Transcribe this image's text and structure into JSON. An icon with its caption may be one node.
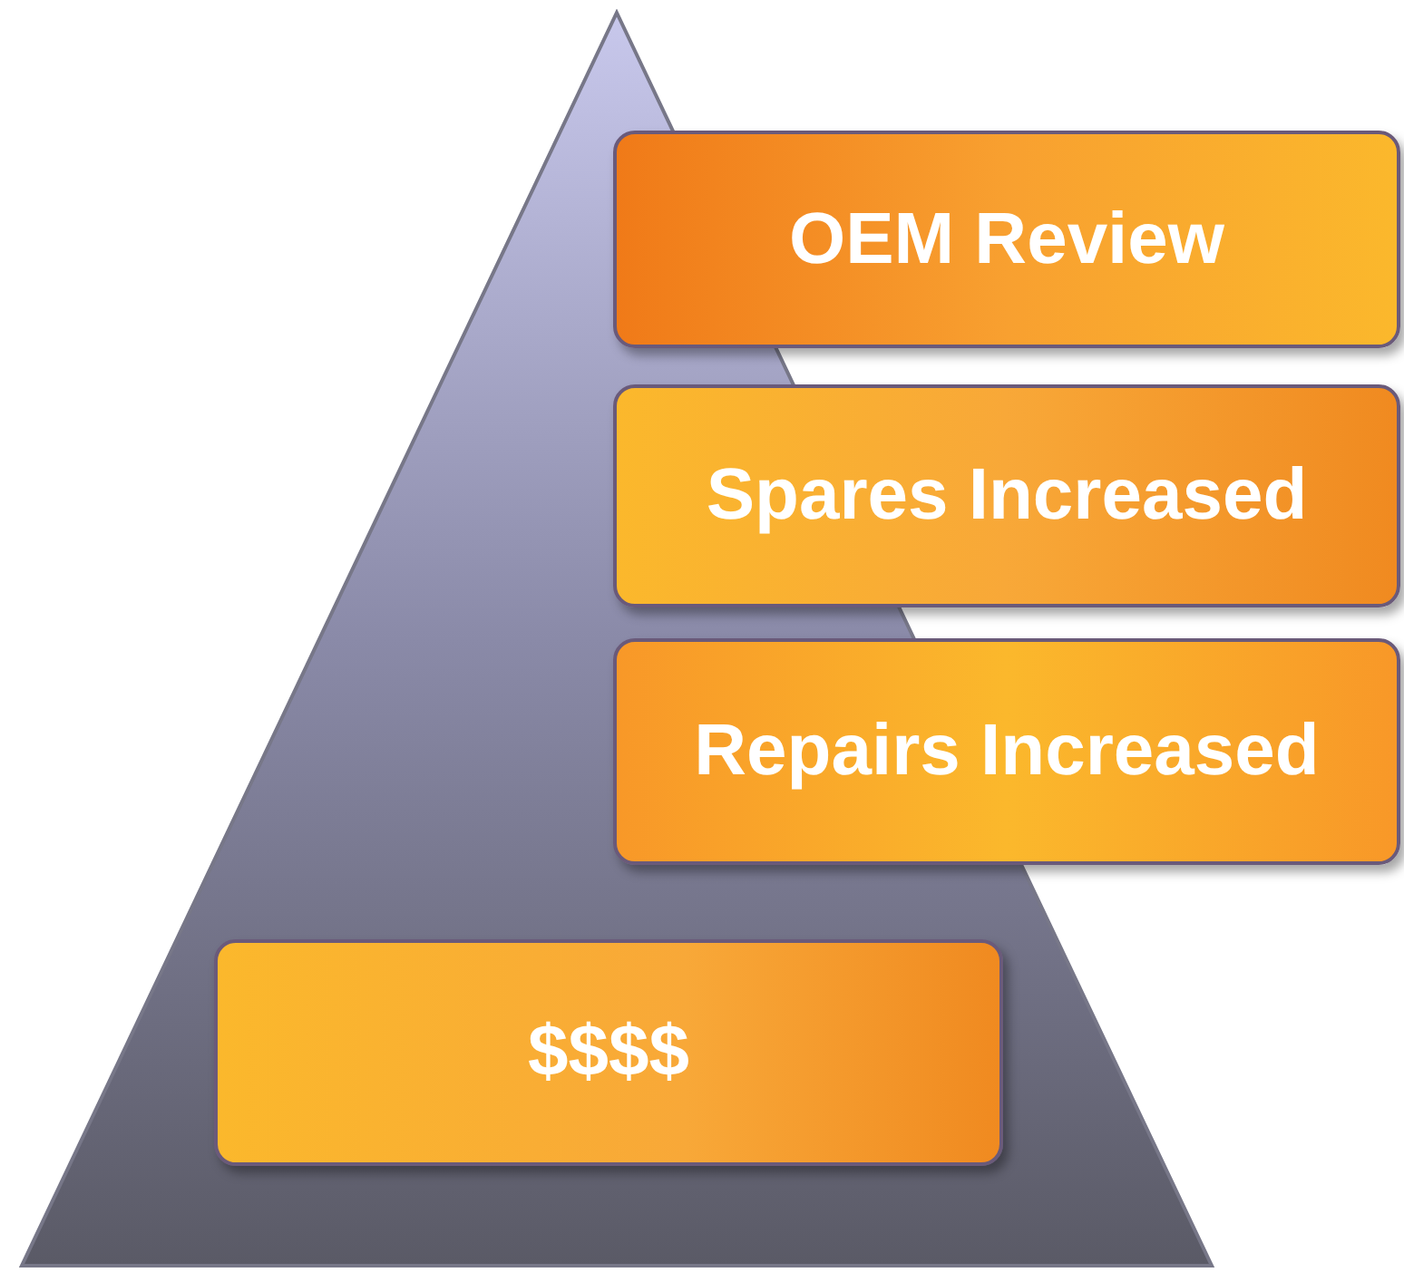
{
  "diagram": {
    "nodes": [
      {
        "text": [],
        "shape": "triangle"
      },
      {
        "text": [
          "OEM Review"
        ]
      },
      {
        "text": [
          "Spares Increased"
        ]
      },
      {
        "text": [
          "Repairs Increased"
        ]
      },
      {
        "text": [
          "$$$$"
        ],
        "in": 0
      }
    ]
  }
}
